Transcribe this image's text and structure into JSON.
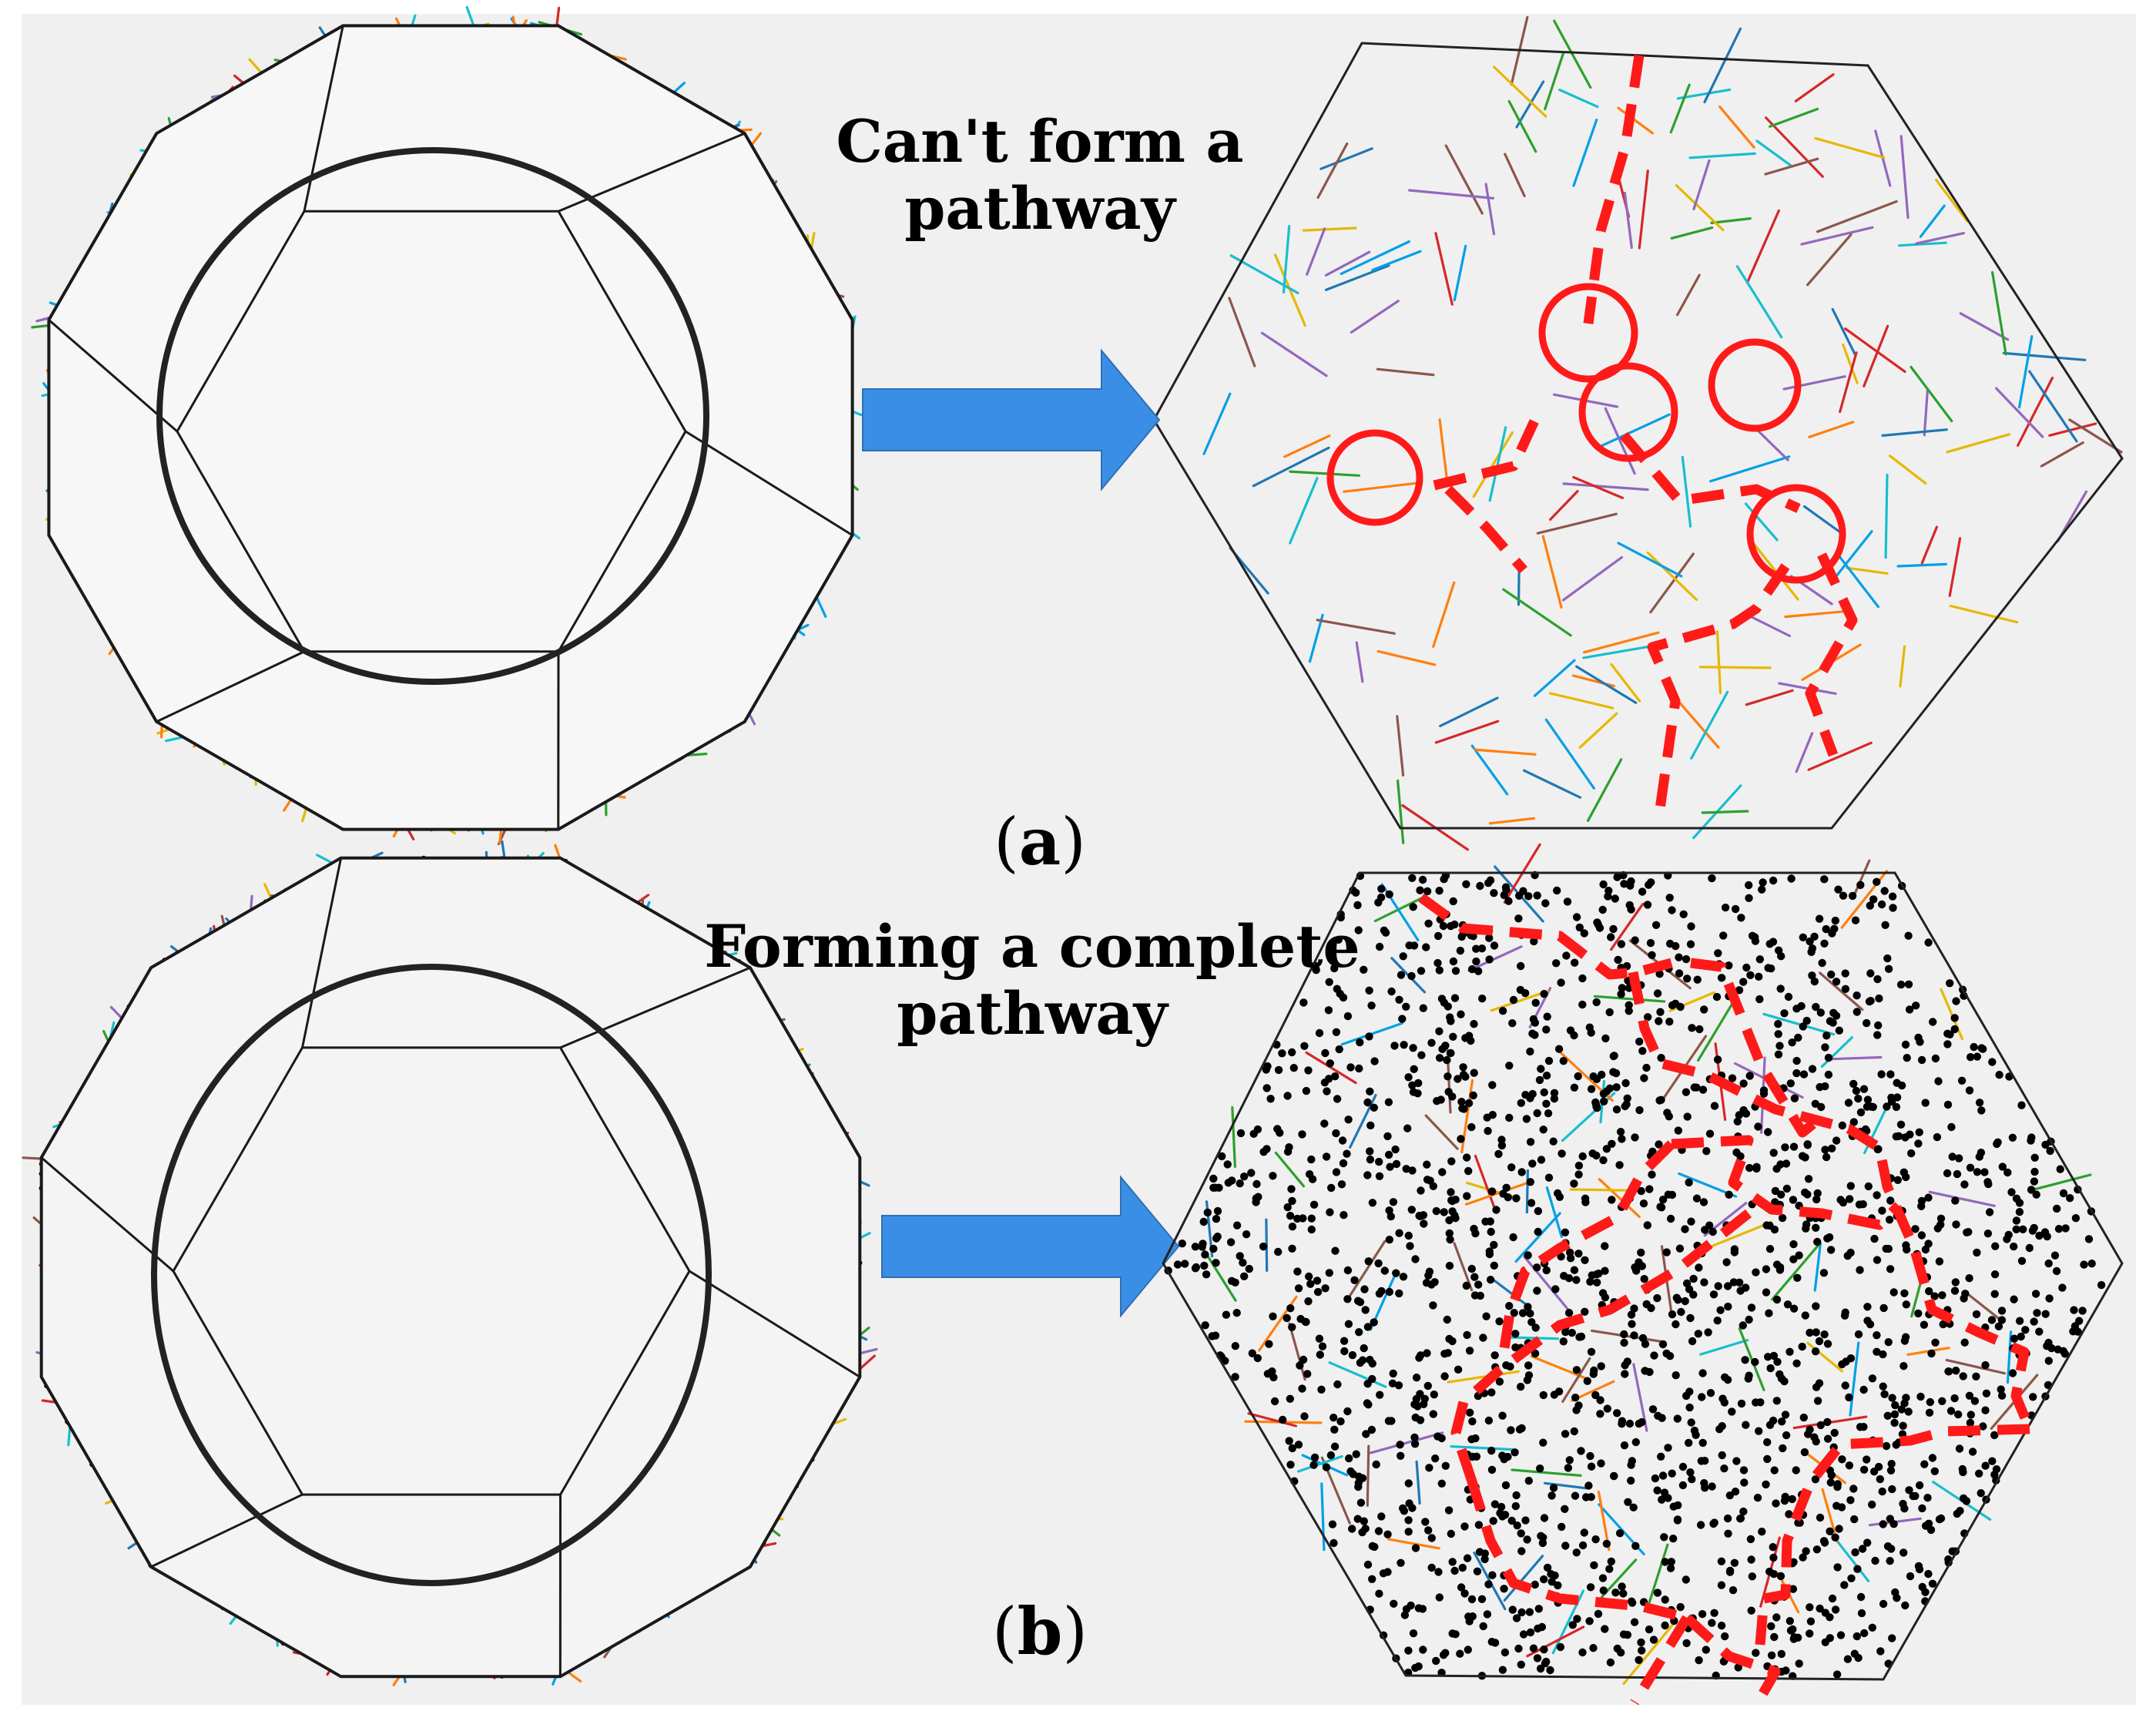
{
  "panel_a": {
    "caption": "Can't form a pathway",
    "label": "(a)",
    "label_letter": "a"
  },
  "panel_b": {
    "caption": "Forming a complete pathway",
    "label": "(b)",
    "label_letter": "b"
  },
  "colors": {
    "background": "#f0f0f0",
    "pathway": "#ff1a1a",
    "arrow": "#3a8ee6",
    "outline": "#1a1a1a",
    "particle": "#000000",
    "fiber_palette": [
      "#1f77b4",
      "#ff7f0e",
      "#2ca02c",
      "#d62728",
      "#9467bd",
      "#17becf",
      "#e6b800",
      "#8c564b",
      "#00a0e6"
    ]
  }
}
